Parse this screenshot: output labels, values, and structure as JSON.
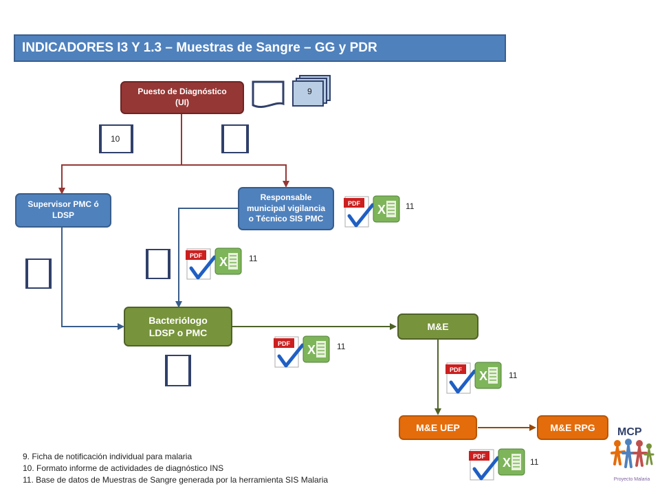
{
  "title": "INDICADORES I3 Y 1.3 – Muestras de Sangre – GG y PDR",
  "nodes": {
    "puesto": {
      "line1": "Puesto de Diagnóstico",
      "line2": "(UI)"
    },
    "supervisor": {
      "line1": "Supervisor PMC ó",
      "line2": "LDSP"
    },
    "responsable": {
      "line1": "Responsable",
      "line2": "municipal vigilancia",
      "line3": "o Técnico SIS PMC"
    },
    "bacteriologo": {
      "line1": "Bacteriólogo",
      "line2": "LDSP o PMC"
    },
    "me": {
      "label": "M&E"
    },
    "me_uep": {
      "label": "M&E UEP"
    },
    "me_rpg": {
      "label": "M&E RPG"
    }
  },
  "document_refs": {
    "ficha": "9",
    "formato": "10",
    "base_responsable": "11",
    "base_supervisor": "11",
    "base_bacteriologo": "11",
    "base_me": "11",
    "base_uep": "11"
  },
  "file_icons": {
    "pdf": "PDF",
    "excel": "X"
  },
  "legend": [
    "9. Ficha de notificación individual para malaria",
    "10. Formato informe de  actividades de diagnóstico INS",
    "11. Base de datos de Muestras de Sangre generada por la herramienta SIS Malaria"
  ],
  "logo": {
    "name": "MCP",
    "tagline": "Proyecto Malaria"
  },
  "colors": {
    "title_bg": "#4f81bd",
    "puesto": "#953735",
    "blue_node": "#4f81bd",
    "green_node": "#77933c",
    "orange_node": "#e46c0a",
    "arrow_red": "#953735",
    "arrow_blue": "#385d8a",
    "arrow_green": "#4f6228",
    "arrow_orange": "#984807"
  }
}
